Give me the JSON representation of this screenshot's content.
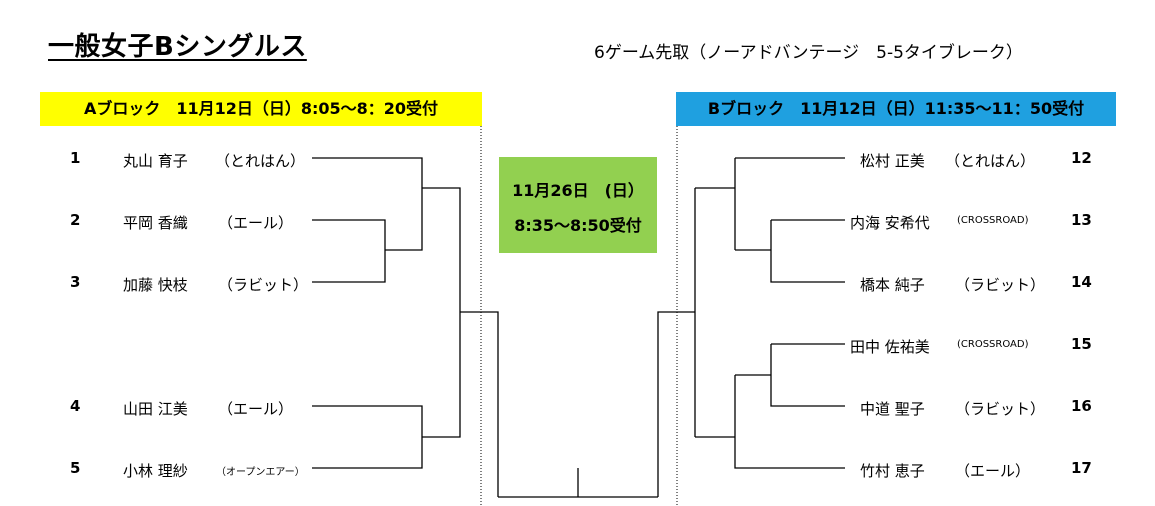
{
  "title": "一般女子Bシングルス",
  "rule": "6ゲーム先取（ノーアドバンテージ　5-5タイブレーク）",
  "block_a": {
    "label": "Aブロック　11月12日（日）8:05～8：20受付",
    "color": "#ffff00"
  },
  "block_b": {
    "label": "Bブロック　11月12日（日）11:35～11：50受付",
    "color": "#1fa0e0"
  },
  "final": {
    "date": "11月26日　(日）",
    "time": "8:35～8:50受付",
    "color": "#92d050"
  },
  "players_a": [
    {
      "seed": "1",
      "name": "丸山 育子",
      "club": "（とれはん）"
    },
    {
      "seed": "2",
      "name": "平岡 香織",
      "club": "（エール）"
    },
    {
      "seed": "3",
      "name": "加藤 快枝",
      "club": "（ラビット）"
    },
    {
      "seed": "4",
      "name": "山田 江美",
      "club": "（エール）"
    },
    {
      "seed": "5",
      "name": "小林 理紗",
      "club": "（オープンエアー）"
    }
  ],
  "players_b": [
    {
      "seed": "12",
      "name": "松村 正美",
      "club": "（とれはん）"
    },
    {
      "seed": "13",
      "name": "内海 安希代",
      "club": "(CROSSROAD)"
    },
    {
      "seed": "14",
      "name": "橋本 純子",
      "club": "（ラビット）"
    },
    {
      "seed": "15",
      "name": "田中 佐祐美",
      "club": "(CROSSROAD)"
    },
    {
      "seed": "16",
      "name": "中道 聖子",
      "club": "（ラビット）"
    },
    {
      "seed": "17",
      "name": "竹村 恵子",
      "club": "（エール）"
    }
  ]
}
